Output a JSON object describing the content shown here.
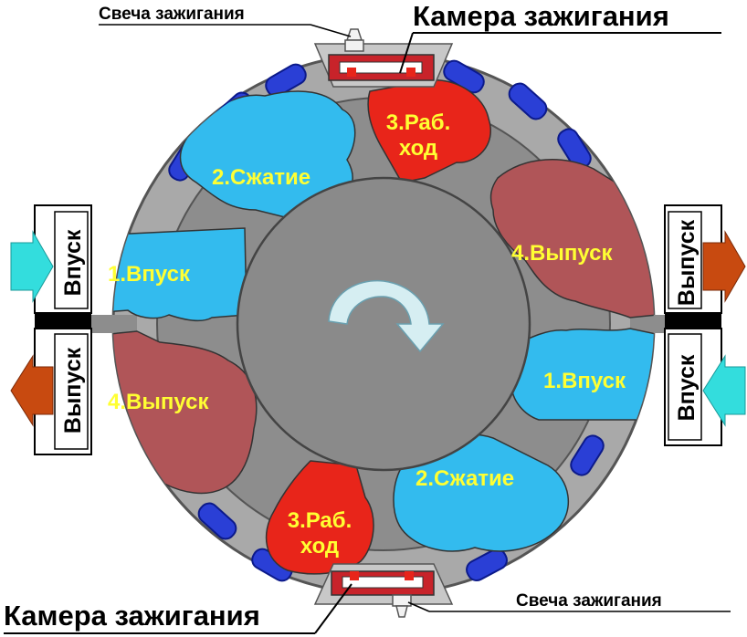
{
  "captions": {
    "spark_plug_top": "Свеча зажигания",
    "chamber_top": "Камера зажигания",
    "chamber_bottom": "Камера зажигания",
    "spark_plug_bottom": "Свеча зажигания"
  },
  "stages": {
    "intake_left": "1.Впуск",
    "compression_top": "2.Сжатие",
    "power_top_line1": "3.Раб.",
    "power_top_line2": "ход",
    "exhaust_right": "4.Выпуск",
    "intake_right": "1.Впуск",
    "compression_bottom": "2.Сжатие",
    "power_bottom_line1": "3.Раб.",
    "power_bottom_line2": "ход",
    "exhaust_left": "4.Выпуск"
  },
  "ports": {
    "left_intake": "Впуск",
    "left_exhaust": "Выпуск",
    "right_exhaust": "Выпуск",
    "right_intake": "Впуск"
  },
  "colors": {
    "intake": "#33bbee",
    "compression": "#33bbee",
    "power": "#e8251a",
    "exhaust": "#b05558",
    "rotor": "#8a8a8a",
    "housing": "#a7a7a7",
    "coolant": "#2a3fd6",
    "label": "#ffff33"
  }
}
